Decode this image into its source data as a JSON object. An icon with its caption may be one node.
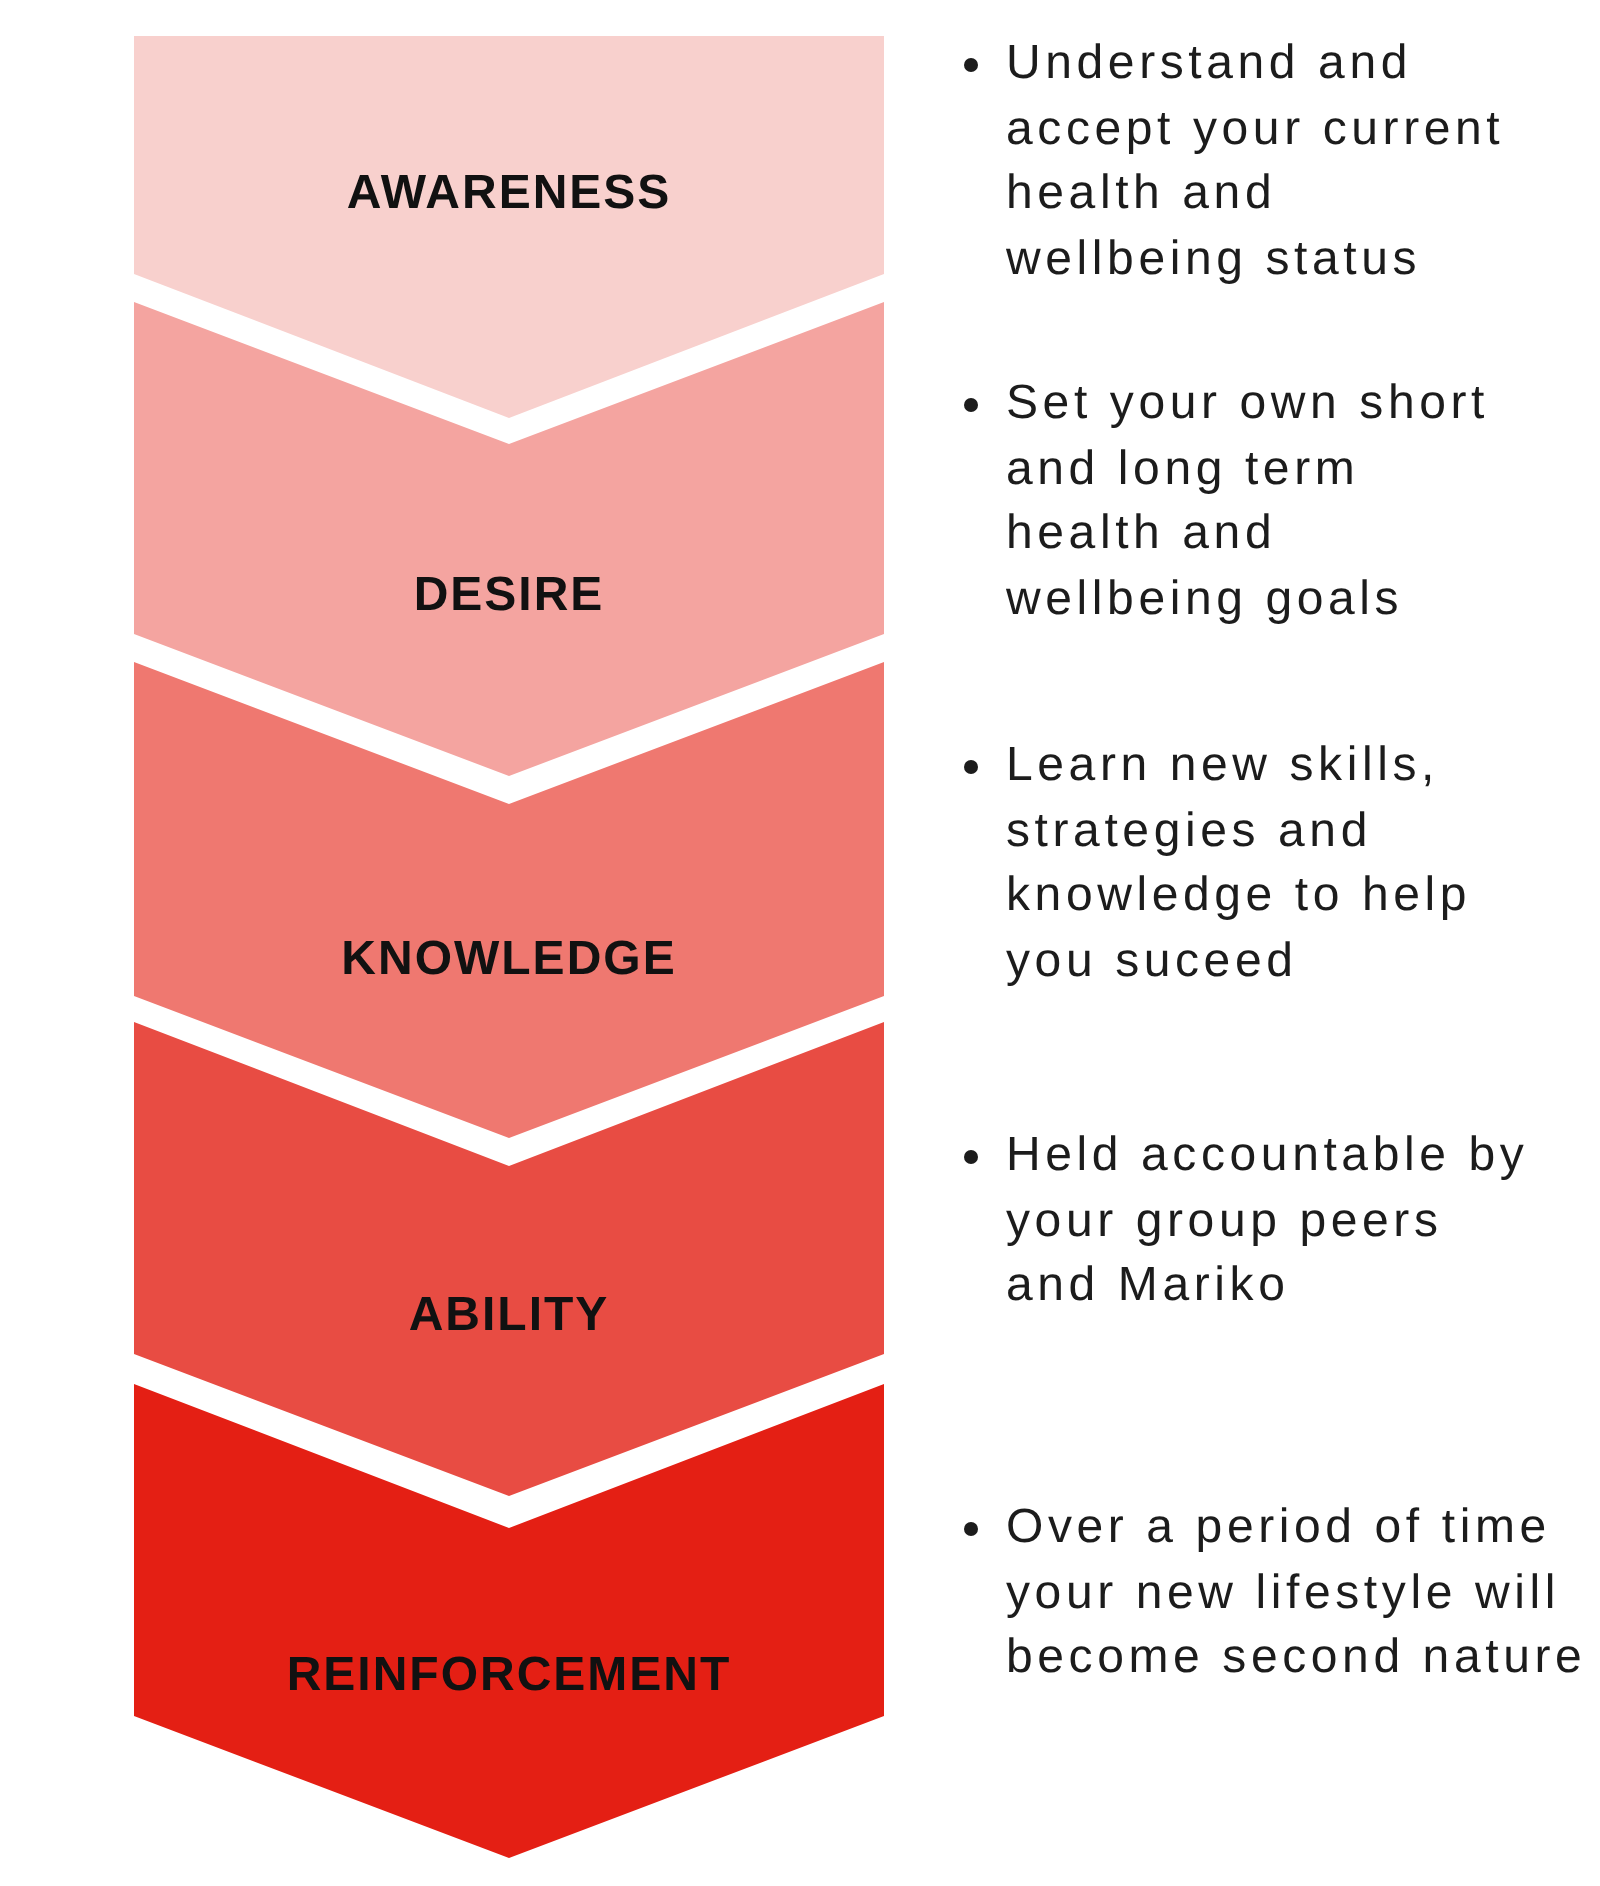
{
  "diagram": {
    "nodes": [
      {
        "text": [
          "AWARENESS"
        ],
        "beside": [
          "Understand and accept your current health and wellbeing status"
        ]
      },
      {
        "text": [
          "DESIRE"
        ],
        "beside": [
          "Set your own short and long term health and wellbeing goals"
        ]
      },
      {
        "text": [
          "KNOWLEDGE"
        ],
        "beside": [
          "Learn new skills, strategies and knowledge to help you suceed"
        ]
      },
      {
        "text": [
          "ABILITY"
        ],
        "beside": [
          "Held accountable by your group peers and Mariko"
        ]
      },
      {
        "text": [
          "REINFORCEMENT"
        ],
        "beside": [
          "Over a period of time your new lifestyle will become second nature"
        ]
      }
    ]
  }
}
